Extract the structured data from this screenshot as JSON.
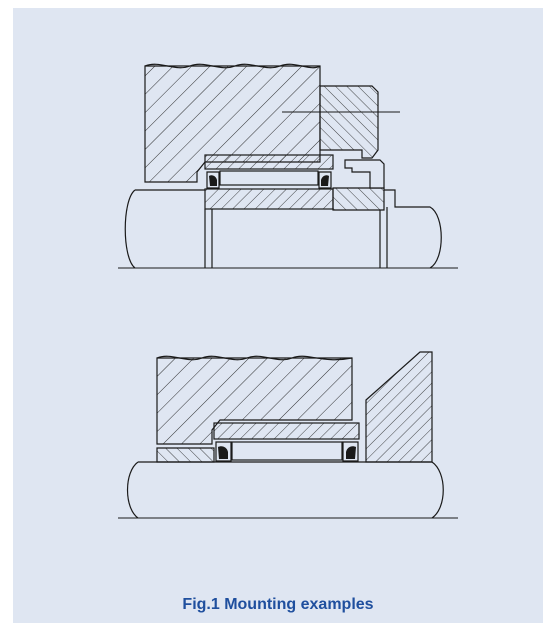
{
  "caption": "Fig.1  Mounting examples",
  "colors": {
    "panel_background": "#dfe6f2",
    "line": "#1a1a1a",
    "caption": "#1f4f9e"
  },
  "figures": [
    {
      "name": "mounting-example-top"
    },
    {
      "name": "mounting-example-bottom"
    }
  ]
}
